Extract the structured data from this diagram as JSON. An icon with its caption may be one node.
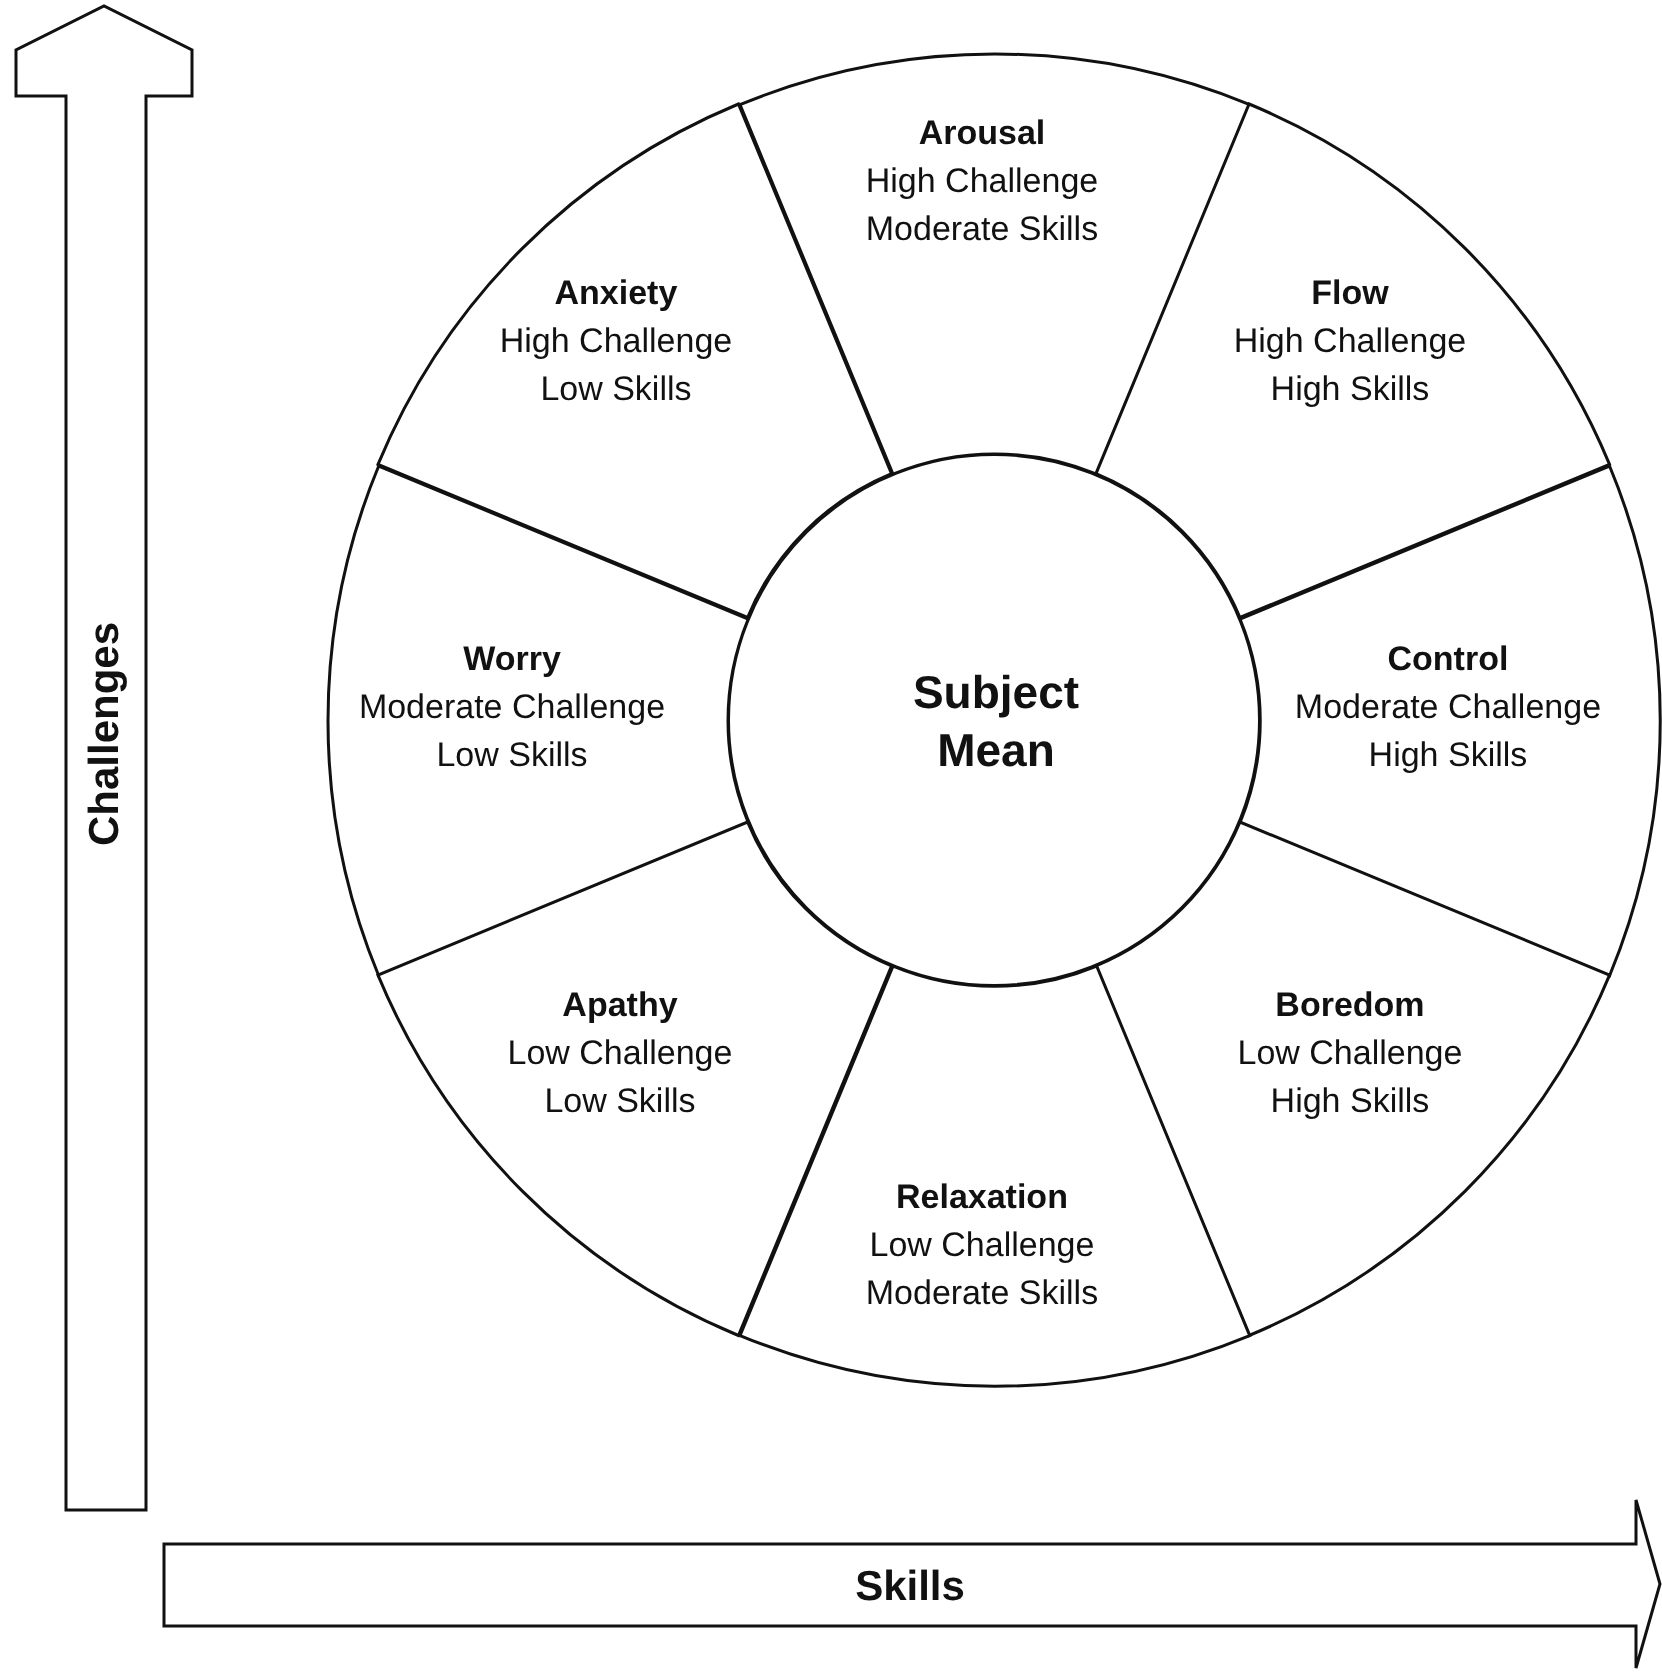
{
  "diagram": {
    "nodes": [
      {
        "text": [
          "Challenges"
        ]
      },
      {
        "text": [
          "Arousal",
          "High Challenge Moderate Skills"
        ]
      },
      {
        "text": [
          "Anxiety",
          "High Challenge Low Skills"
        ]
      },
      {
        "text": [
          "Flow",
          "High Challenge High Skills"
        ]
      },
      {
        "text": [
          "Worry",
          "Moderate Challenge Low Skills"
        ]
      },
      {
        "text": [
          "Subject Mean"
        ]
      },
      {
        "text": [
          "Control",
          "Moderate Challenge High Skills"
        ]
      },
      {
        "text": [
          "Apathy",
          "Low Challenge Low Skills"
        ]
      },
      {
        "text": [
          "Boredom",
          "Low Challenge High Skills"
        ]
      },
      {
        "text": [
          "Relaxation",
          "Low Challenge Moderate Skills"
        ]
      },
      {
        "text": [
          "Skills"
        ]
      }
    ]
  }
}
